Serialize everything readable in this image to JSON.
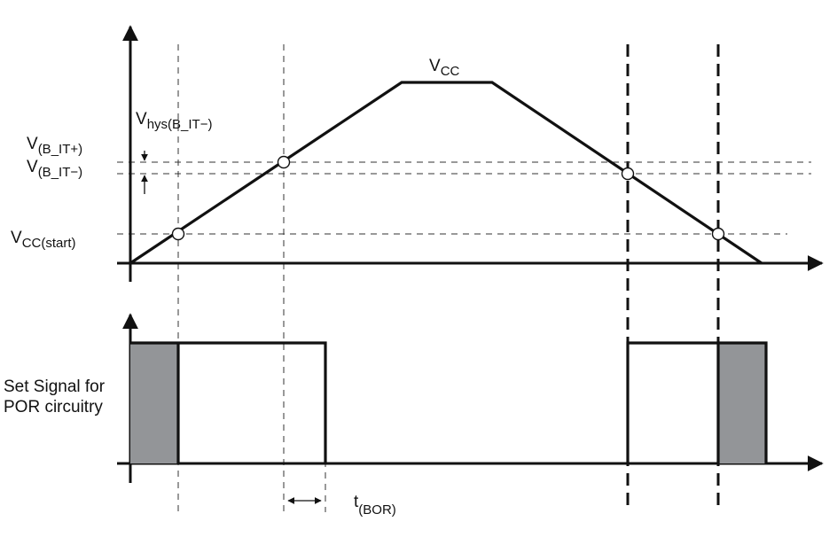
{
  "labels": {
    "vcc": {
      "main": "V",
      "sub": "CC"
    },
    "v_hys": {
      "main": "V",
      "sub": "hys(B_IT−)"
    },
    "v_b_it_plus": {
      "main": "V",
      "sub": "(B_IT+)"
    },
    "v_b_it_minus": {
      "main": "V",
      "sub": "(B_IT−)"
    },
    "vcc_start": {
      "main": "V",
      "sub": "CC(start)"
    },
    "set_signal_line1": "Set Signal for",
    "set_signal_line2": "POR circuitry",
    "t_bor": {
      "main": "t",
      "sub": "(BOR)"
    }
  },
  "colors": {
    "line": "#111111",
    "active_fill": "#939598",
    "background": "#ffffff"
  }
}
